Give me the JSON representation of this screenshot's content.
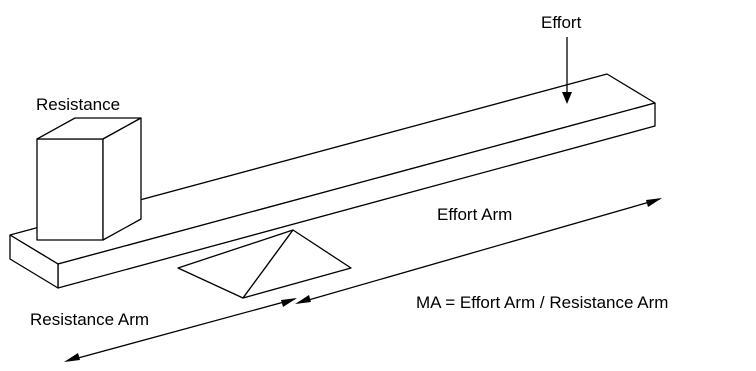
{
  "labels": {
    "effort": "Effort",
    "resistance": "Resistance",
    "effort_arm": "Effort Arm",
    "resistance_arm": "Resistance Arm",
    "formula": "MA = Effort Arm / Resistance Arm"
  },
  "colors": {
    "ink": "#000000",
    "background": "#ffffff"
  }
}
